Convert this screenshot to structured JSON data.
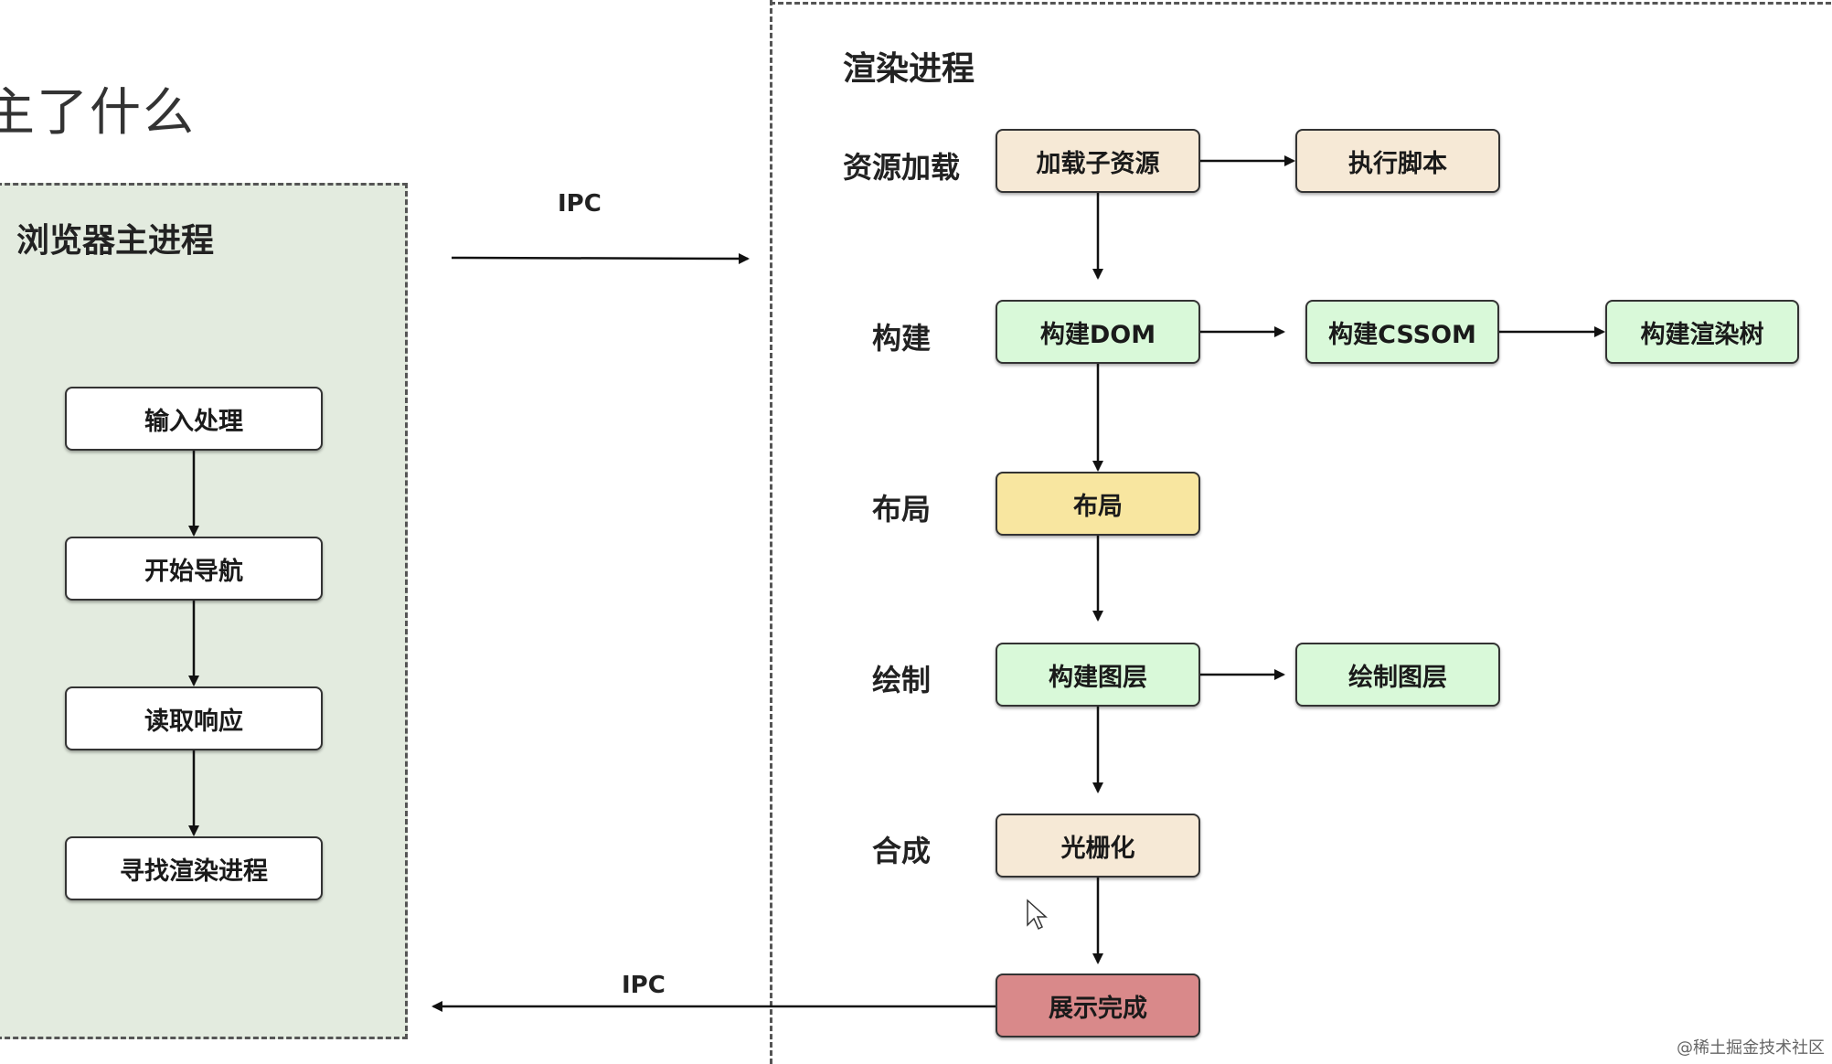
{
  "page": {
    "title": "主了什么"
  },
  "browser_main": {
    "title": "浏览器主进程",
    "steps": [
      "输入处理",
      "开始导航",
      "读取响应",
      "寻找渲染进程"
    ]
  },
  "ipc": {
    "top_label": "IPC",
    "bottom_label": "IPC"
  },
  "renderer": {
    "title": "渲染进程",
    "stages": [
      "资源加载",
      "构建",
      "布局",
      "绘制",
      "合成"
    ],
    "nodes": {
      "load_sub_resources": "加载子资源",
      "execute_script": "执行脚本",
      "build_dom": "构建DOM",
      "build_cssom": "构建CSSOM",
      "build_render_tree": "构建渲染树",
      "layout": "布局",
      "build_layers": "构建图层",
      "paint_layers": "绘制图层",
      "rasterize": "光栅化",
      "display_done": "展示完成"
    }
  },
  "watermark": "@稀土掘金技术社区",
  "colors": {
    "panel_bg": "#e3ebdf",
    "tan": "#f6e9d6",
    "green": "#d9f9d9",
    "yellow": "#f8e6a0",
    "red": "#d9898a"
  }
}
